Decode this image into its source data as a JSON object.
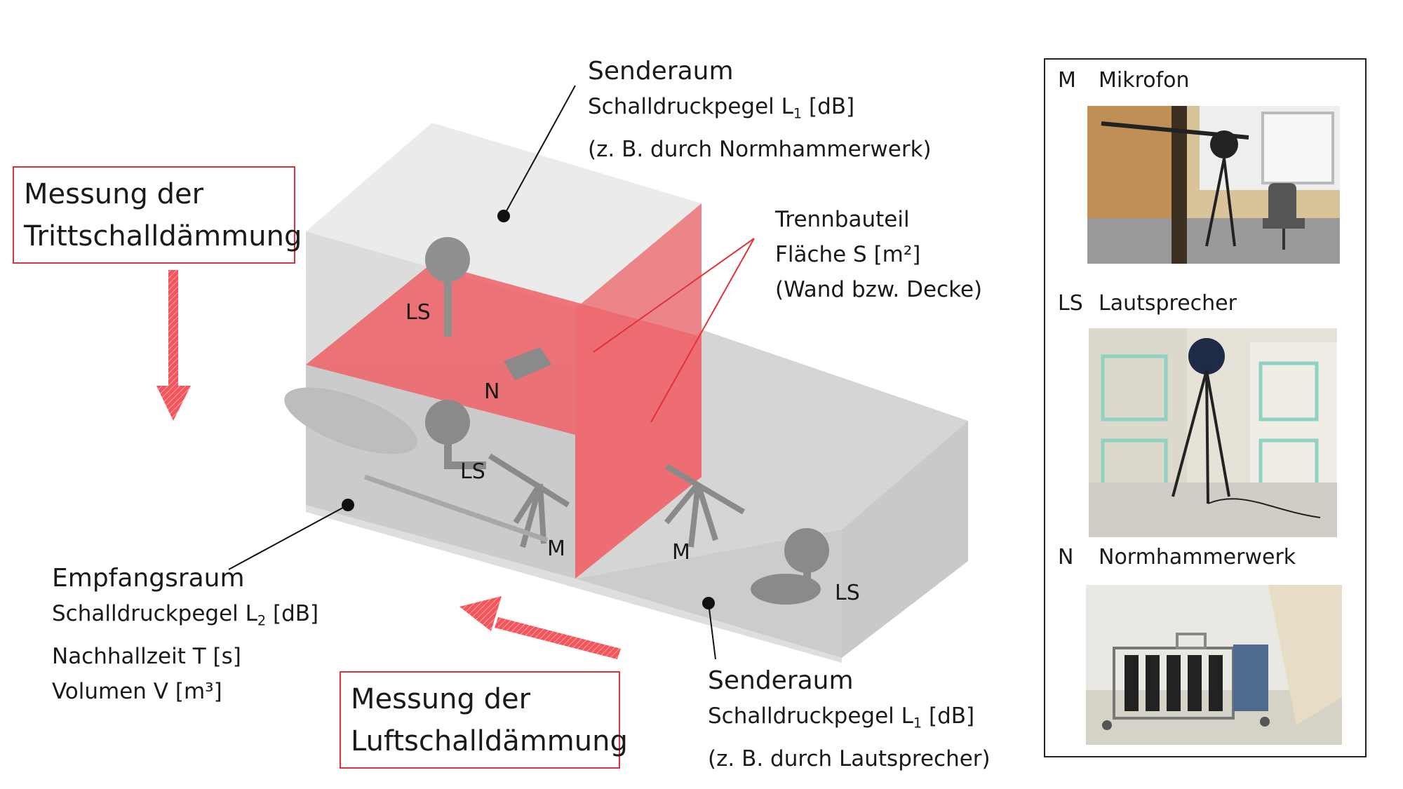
{
  "diagram": {
    "box_airborne": {
      "line1": "Messung der",
      "line2": "Luftschalldämmung"
    },
    "box_impact": {
      "line1": "Messung der",
      "line2": "Trittschalldämmung"
    },
    "sender_top": {
      "title": "Senderaum",
      "level_prefix": "Schalldruckpegel L",
      "level_sub": "1",
      "level_suffix": " [dB]",
      "note": "(z. B. durch Normhammerwerk)"
    },
    "partition": {
      "title": "Trennbauteil",
      "area": "Fläche S [m²]",
      "note": "(Wand bzw. Decke)"
    },
    "receiver": {
      "title": "Empfangsraum",
      "level_prefix": "Schalldruckpegel L",
      "level_sub": "2",
      "level_suffix": " [dB]",
      "reverb": "Nachhallzeit T [s]",
      "volume": "Volumen V [m³]"
    },
    "sender_right": {
      "title": "Senderaum",
      "level_prefix": "Schalldruckpegel L",
      "level_sub": "1",
      "level_suffix": " [dB]",
      "note": "(z. B. durch Lautsprecher)"
    },
    "inner_labels": {
      "ls_top": "LS",
      "n": "N",
      "ls_mid": "LS",
      "m_left": "M",
      "m_right": "M",
      "ls_right": "LS"
    },
    "colors": {
      "accent_red": "#e2313b",
      "partition_red": "#ec6a70",
      "arrow_red": "#f0535a",
      "room_gray": "#cfcfcf"
    }
  },
  "legend": {
    "items": [
      {
        "key": "M",
        "label": "Mikrofon",
        "icon": "microphone-photo"
      },
      {
        "key": "LS",
        "label": "Lautsprecher",
        "icon": "loudspeaker-photo"
      },
      {
        "key": "N",
        "label": "Normhammerwerk",
        "icon": "tapping-machine-photo"
      }
    ]
  }
}
